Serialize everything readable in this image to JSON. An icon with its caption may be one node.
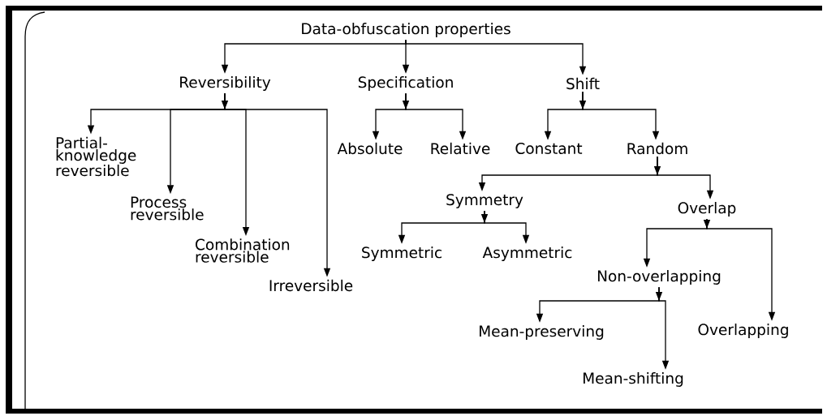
{
  "diagram": {
    "nodes": [
      {
        "text": [
          "Data-obfuscation properties"
        ]
      },
      {
        "text": [
          "Reversibility"
        ]
      },
      {
        "text": [
          "Specification"
        ]
      },
      {
        "text": [
          "Shift"
        ]
      },
      {
        "text": [
          "Partial-knowledge reversible"
        ]
      },
      {
        "text": [
          "Process reversible"
        ]
      },
      {
        "text": [
          "Combination reversible"
        ]
      },
      {
        "text": [
          "Irreversible"
        ]
      },
      {
        "text": [
          "Absolute"
        ]
      },
      {
        "text": [
          "Relative"
        ]
      },
      {
        "text": [
          "Constant"
        ]
      },
      {
        "text": [
          "Random"
        ]
      },
      {
        "text": [
          "Symmetry"
        ]
      },
      {
        "text": [
          "Overlap"
        ]
      },
      {
        "text": [
          "Symmetric"
        ]
      },
      {
        "text": [
          "Asymmetric"
        ]
      },
      {
        "text": [
          "Non-overlapping"
        ]
      },
      {
        "text": [
          "Overlapping"
        ]
      },
      {
        "text": [
          "Mean-preserving"
        ]
      },
      {
        "text": [
          "Mean-shifting"
        ]
      }
    ],
    "edges": [
      {
        "from": 0,
        "to": 1,
        "arrow": "to"
      },
      {
        "from": 0,
        "to": 2,
        "arrow": "to"
      },
      {
        "from": 0,
        "to": 3,
        "arrow": "to"
      },
      {
        "from": 1,
        "to": 4,
        "arrow": "to"
      },
      {
        "from": 1,
        "to": 5,
        "arrow": "to"
      },
      {
        "from": 1,
        "to": 6,
        "arrow": "to"
      },
      {
        "from": 1,
        "to": 7,
        "arrow": "to"
      },
      {
        "from": 2,
        "to": 8,
        "arrow": "to"
      },
      {
        "from": 2,
        "to": 9,
        "arrow": "to"
      },
      {
        "from": 3,
        "to": 10,
        "arrow": "to"
      },
      {
        "from": 3,
        "to": 11,
        "arrow": "to"
      },
      {
        "from": 11,
        "to": 12,
        "arrow": "to"
      },
      {
        "from": 11,
        "to": 13,
        "arrow": "to"
      },
      {
        "from": 12,
        "to": 14,
        "arrow": "to"
      },
      {
        "from": 12,
        "to": 15,
        "arrow": "to"
      },
      {
        "from": 13,
        "to": 16,
        "arrow": "to"
      },
      {
        "from": 13,
        "to": 17,
        "arrow": "to"
      },
      {
        "from": 16,
        "to": 18,
        "arrow": "to"
      },
      {
        "from": 16,
        "to": 19,
        "arrow": "to"
      }
    ]
  }
}
